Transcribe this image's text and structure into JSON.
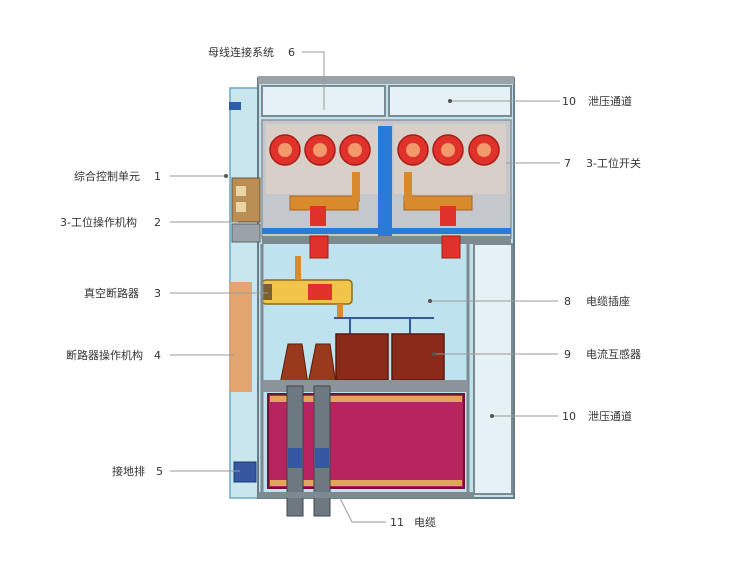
{
  "callouts": {
    "c1": {
      "number": "1",
      "label": "综合控制单元"
    },
    "c2": {
      "number": "2",
      "label": "3-工位操作机构"
    },
    "c3": {
      "number": "3",
      "label": "真空断路器"
    },
    "c4": {
      "number": "4",
      "label": "断路器操作机构"
    },
    "c5": {
      "number": "5",
      "label": "接地排"
    },
    "c6": {
      "number": "6",
      "label": "母线连接系统"
    },
    "c7": {
      "number": "7",
      "label": "3-工位开关"
    },
    "c8": {
      "number": "8",
      "label": "电缆插座"
    },
    "c9": {
      "number": "9",
      "label": "电流互感器"
    },
    "c10a": {
      "number": "10",
      "label": "泄压通道"
    },
    "c10b": {
      "number": "10",
      "label": "泄压通道"
    },
    "c11": {
      "number": "11",
      "label": "电缆"
    }
  },
  "colors": {
    "cabinet_fill": "#bfe3ee",
    "cabinet_edge": "#5fa7c4",
    "frame_grey": "#9aa3a8",
    "bushing_red": "#e0322a",
    "ct_brown": "#8a2a1a",
    "cable_chamber": "#b8245e",
    "busbar_blue": "#2a7ad8",
    "copper": "#d98a2c",
    "pressure_duct": "#e6f1f6"
  }
}
